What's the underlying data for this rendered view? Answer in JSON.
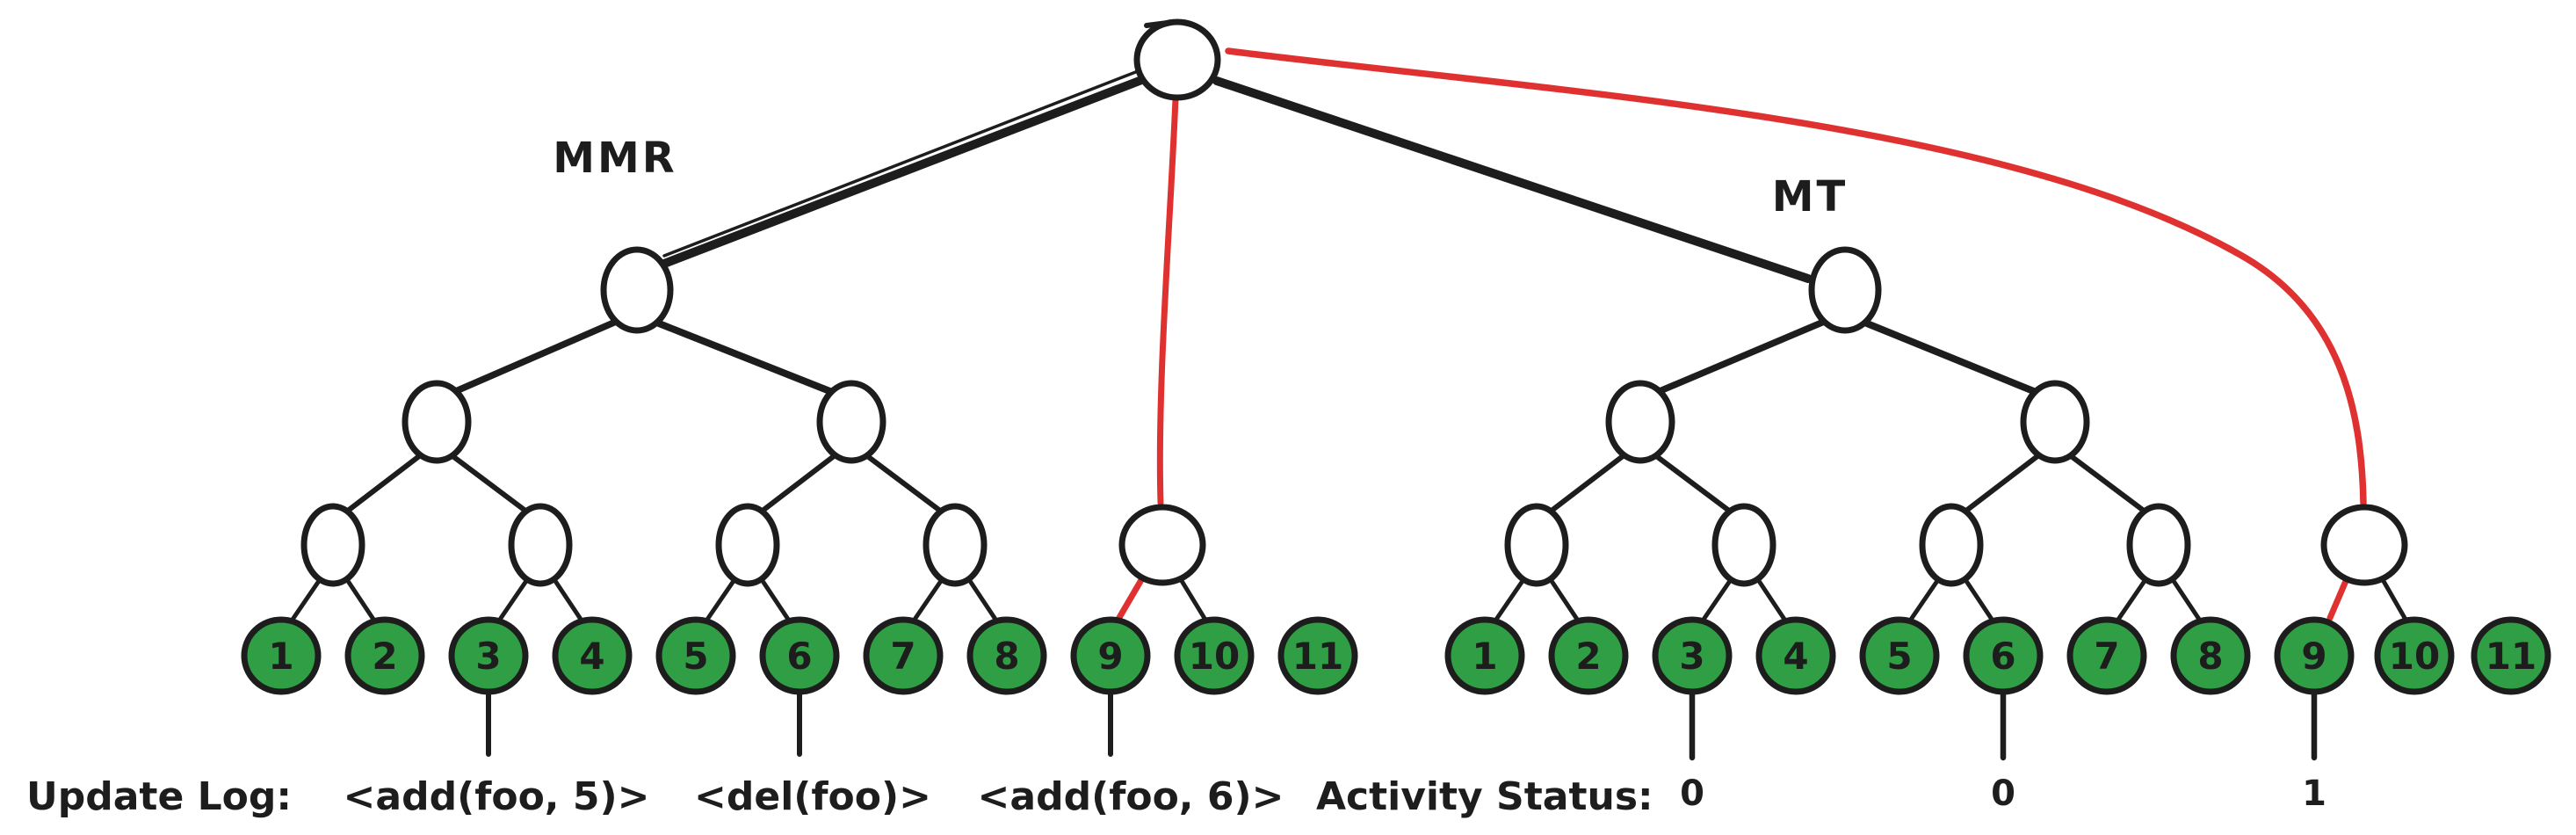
{
  "colors": {
    "background": "#ffffff",
    "stroke": "#1d1d1d",
    "node_fill": "#ffffff",
    "leaf_fill": "#2f9e44",
    "highlight": "#e03131"
  },
  "trees": {
    "left": {
      "label": "MMR",
      "leaf_labels": [
        "1",
        "2",
        "3",
        "4",
        "5",
        "6",
        "7",
        "8",
        "9",
        "10",
        "11"
      ]
    },
    "right": {
      "label": "MT",
      "leaf_labels": [
        "1",
        "2",
        "3",
        "4",
        "5",
        "6",
        "7",
        "8",
        "9",
        "10",
        "11"
      ]
    }
  },
  "update_log": {
    "label": "Update Log:",
    "entries": [
      {
        "text": "<add(foo, 5)>",
        "below_leaf": "3"
      },
      {
        "text": "<del(foo)>",
        "below_leaf": "6"
      },
      {
        "text": "<add(foo, 6)>",
        "below_leaf": "9"
      }
    ]
  },
  "activity_status": {
    "label": "Activity Status:",
    "values": [
      {
        "text": "0",
        "below_leaf": "3"
      },
      {
        "text": "0",
        "below_leaf": "6"
      },
      {
        "text": "1",
        "below_leaf": "9"
      }
    ]
  }
}
